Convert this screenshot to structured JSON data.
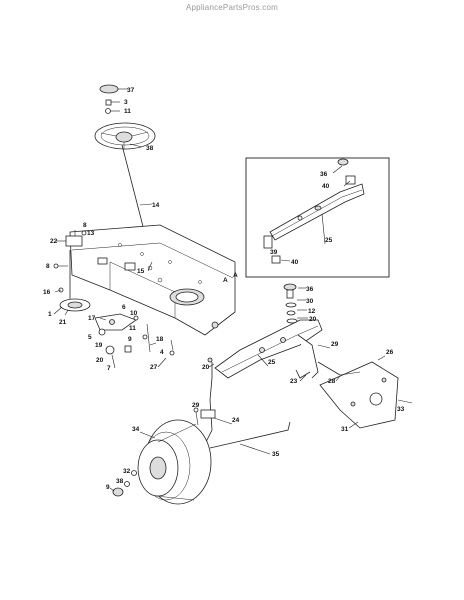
{
  "watermark": "AppliancePartsPros.com",
  "inset_callouts": [
    "36",
    "40",
    "25",
    "39",
    "40"
  ],
  "callouts": [
    "37",
    "3",
    "11",
    "38",
    "14",
    "8",
    "13",
    "22",
    "8",
    "15",
    "16",
    "A",
    "1",
    "21",
    "17",
    "6",
    "10",
    "5",
    "11",
    "19",
    "18",
    "20",
    "9",
    "4",
    "7",
    "27",
    "36",
    "30",
    "12",
    "20",
    "29",
    "25",
    "20",
    "23",
    "28",
    "26",
    "31",
    "33",
    "29",
    "24",
    "34",
    "35",
    "32",
    "38",
    "9",
    "A"
  ]
}
